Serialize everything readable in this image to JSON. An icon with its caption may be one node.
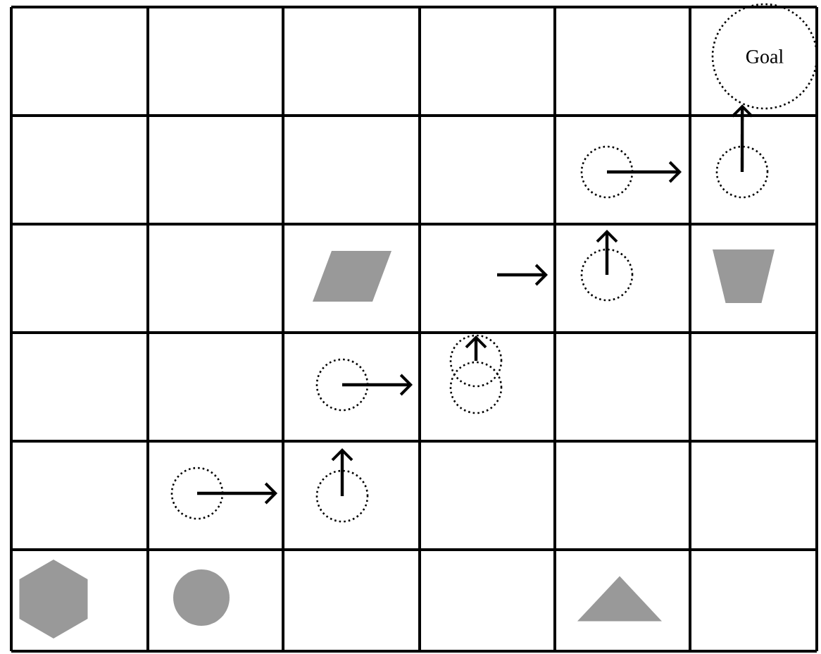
{
  "diagram": {
    "nodes": [
      {
        "text": [
          "Goal"
        ]
      },
      {
        "text": [],
        "shape": "circle"
      },
      {
        "text": [],
        "shape": "circle"
      },
      {
        "text": [],
        "shape": "parallelogram"
      },
      {
        "text": [],
        "shape": "circle"
      },
      {
        "text": [],
        "shape": "trapezoid"
      },
      {
        "text": [],
        "shape": "circle"
      },
      {
        "text": [],
        "shape": "circle"
      },
      {
        "text": [],
        "shape": "circle"
      },
      {
        "text": [],
        "shape": "circle"
      },
      {
        "text": [],
        "shape": "circle"
      },
      {
        "text": [],
        "shape": "hexagon"
      },
      {
        "text": [],
        "shape": "circle"
      },
      {
        "text": [],
        "shape": "triangle"
      }
    ],
    "edges": [
      {
        "from": 9,
        "to": null,
        "arrow": "to"
      },
      {
        "from": 10,
        "to": null,
        "arrow": "to"
      },
      {
        "from": 6,
        "to": null,
        "arrow": "to"
      },
      {
        "from": 7,
        "to": null,
        "arrow": "to"
      },
      {
        "from": 4,
        "to": null,
        "arrow": "to"
      },
      {
        "from": 1,
        "to": null,
        "arrow": "to"
      },
      {
        "from": 2,
        "to": 0,
        "arrow": "to"
      }
    ]
  }
}
